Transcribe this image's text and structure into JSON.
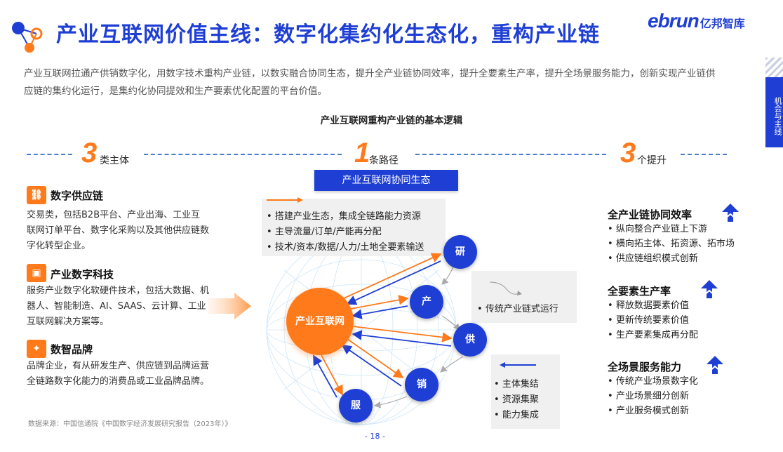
{
  "header": {
    "title": "产业互联网价值主线：数字化集约化生态化，重构产业链",
    "brand_en": "ebrun",
    "brand_cn": "亿邦智库"
  },
  "intro": "产业互联网拉通产供销数字化，用数字技术重构产业链，以数实融合协同生态，提升全产业链协同效率，提升全要素生产率，提升全场景服务能力，创新实现产业链供应链的集约化运行，是集约化协同提效和生产要素优化配置的平台价值。",
  "side_tab": "机会与主线",
  "subtitle": "产业互联网重构产业链的基本逻辑",
  "sections": {
    "left": {
      "num": "3",
      "label": "类主体"
    },
    "center": {
      "num": "1",
      "label": "条路径"
    },
    "right": {
      "num": "3",
      "label": "个提升"
    }
  },
  "eco_label": "产业互联网协同生态",
  "subjects": [
    {
      "icon": "chain-link-icon",
      "title": "数字供应链",
      "text": "交易类，包括B2B平台、产业出海、工业互联网订单平台、数字化采购以及其他供应链数字化转型企业。"
    },
    {
      "icon": "tech-screen-icon",
      "title": "产业数字科技",
      "text": "服务产业数字化软硬件技术，包括大数据、机器人、智能制造、AI、SAAS、云计算、工业互联网解决方案等。"
    },
    {
      "icon": "brand-tag-icon",
      "title": "数智品牌",
      "text": "品牌企业，有从研发生产、供应链到品牌运营全链路数字化能力的消费品或工业品牌品牌。"
    }
  ],
  "top_bullets": [
    "搭建产业生态，集成全链路能力资源",
    "主导流量/订单/产能再分配",
    "技术/资本/数据/人力/土地全要素输送"
  ],
  "traditional_label": "传统产业链式运行",
  "bottom_bullets": [
    "主体集结",
    "资源集聚",
    "能力集成"
  ],
  "center_node": "产业互联网",
  "nodes": [
    "研",
    "产",
    "供",
    "销",
    "服"
  ],
  "improvements": [
    {
      "title": "全产业链协同效率",
      "items": [
        "纵向整合产业链上下游",
        "横向拓主体、拓资源、拓市场",
        "供应链组织模式创新"
      ]
    },
    {
      "title": "全要素生产率",
      "items": [
        "释放数据要素价值",
        "更新传统要素价值",
        "生产要素集成再分配"
      ]
    },
    {
      "title": "全场景服务能力",
      "items": [
        "传统产业场景数字化",
        "产业场景细分创新",
        "产业服务模式创新"
      ]
    }
  ],
  "source": "数据来源：中国信通院《中国数字经济发展研究报告（2023年）》",
  "page": "- 18 -",
  "colors": {
    "primary": "#1f3fd4",
    "accent": "#ff7a1a"
  }
}
